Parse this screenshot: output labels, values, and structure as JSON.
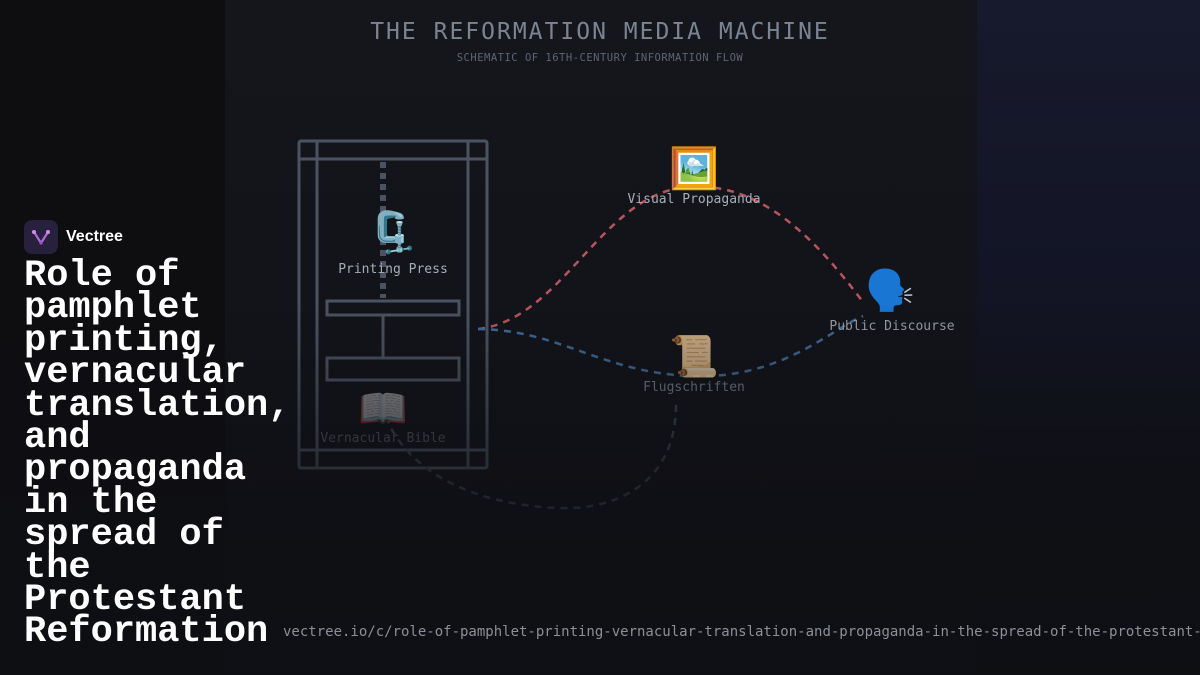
{
  "diagram": {
    "title": "THE REFORMATION MEDIA MACHINE",
    "subtitle": "SCHEMATIC OF 16TH-CENTURY INFORMATION FLOW",
    "nodes": {
      "printing_press": {
        "icon": "clamp-icon",
        "glyph": "🗜️",
        "label": "Printing Press"
      },
      "vernacular_bible": {
        "icon": "open-book-icon",
        "glyph": "📖",
        "label": "Vernacular Bible"
      },
      "visual_propaganda": {
        "icon": "framed-picture-icon",
        "glyph": "🖼️",
        "label": "Visual Propaganda"
      },
      "flugschriften": {
        "icon": "scroll-icon",
        "glyph": "📜",
        "label": "Flugschriften"
      },
      "public_discourse": {
        "icon": "speaking-head-icon",
        "glyph": "🗣️",
        "label": "Public Discourse"
      }
    },
    "colors": {
      "frame": "#4b5363",
      "red_path": "#b8545d",
      "blue_path": "#3f6b97",
      "label": "#a7adb6"
    }
  },
  "brand": {
    "name": "Vectree",
    "logo_icon": "vectree-logo-icon"
  },
  "headline": "Role of pamphlet printing, vernacular translation, and propaganda in the spread of the Protestant Reformation",
  "footer_url": "vectree.io/c/role-of-pamphlet-printing-vernacular-translation-and-propaganda-in-the-spread-of-the-protestant-reformation"
}
